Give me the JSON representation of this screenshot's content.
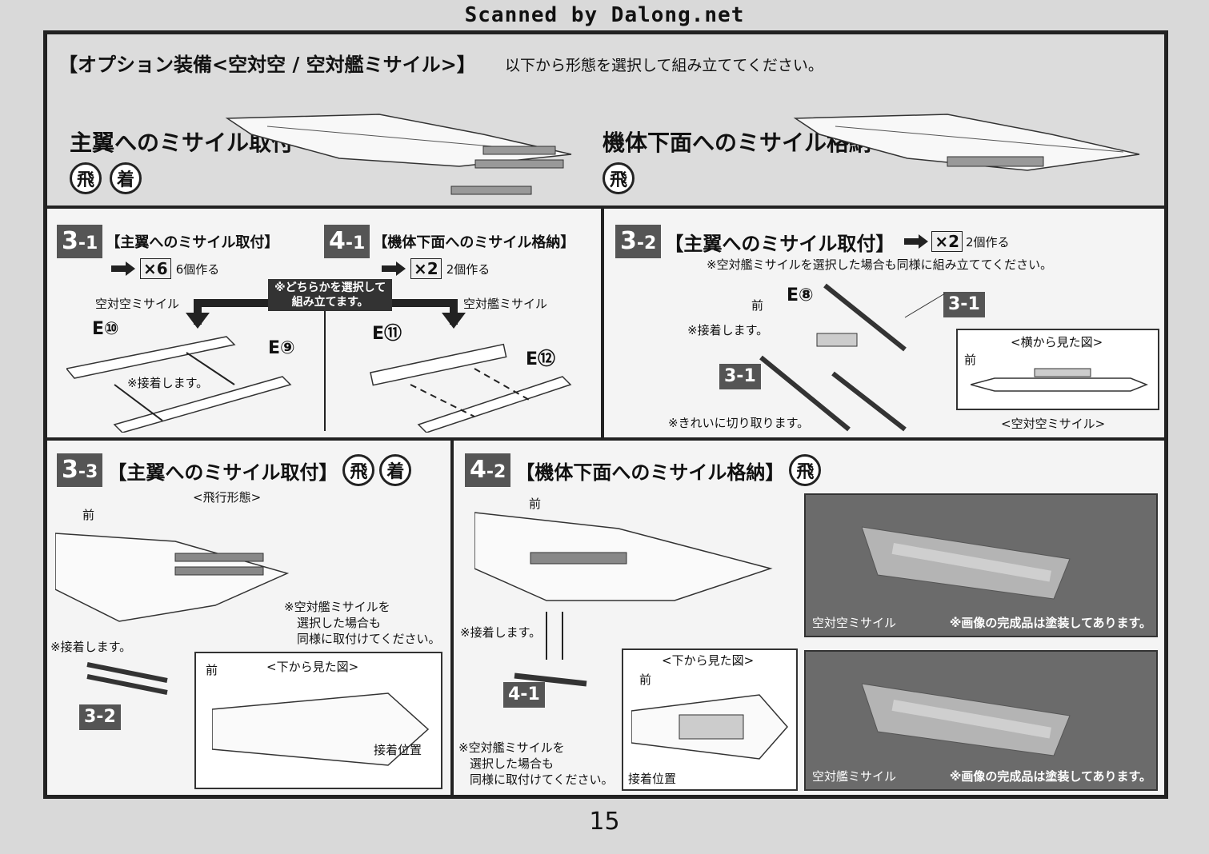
{
  "header": {
    "scan_credit": "Scanned by Dalong.net"
  },
  "banner": {
    "title": "【オプション装備<空対空 / 空対艦ミサイル>】",
    "instruction": "以下から形態を選択して組み立ててください。",
    "left_option": "主翼へのミサイル取付",
    "right_option": "機体下面へのミサイル格納",
    "icon_fly": "飛",
    "icon_land": "着"
  },
  "step_3_1": {
    "num": "3",
    "sub": "-1",
    "title": "【主翼へのミサイル取付】",
    "multiplier": "×6",
    "count_text": "6個作る",
    "missile_label": "空対空ミサイル",
    "part_a": "E⑩",
    "part_b": "E⑨",
    "glue_note": "※接着します。"
  },
  "choice_note": {
    "line1": "※どちらかを選択して",
    "line2": "組み立てます。"
  },
  "step_4_1": {
    "num": "4",
    "sub": "-1",
    "title": "【機体下面へのミサイル格納】",
    "multiplier": "×2",
    "count_text": "2個作る",
    "missile_label": "空対艦ミサイル",
    "part_a": "E⑪",
    "part_b": "E⑫"
  },
  "step_3_2": {
    "num": "3",
    "sub": "-2",
    "title": "【主翼へのミサイル取付】",
    "multiplier": "×2",
    "count_text": "2個作る",
    "note": "※空対艦ミサイルを選択した場合も同様に組み立ててください。",
    "front": "前",
    "part": "E⑧",
    "glue_note": "※接着します。",
    "ref_a": "3-1",
    "ref_b": "3-1",
    "side_view": "<横から見た図>",
    "side_front": "前",
    "side_caption": "<空対空ミサイル>",
    "cut_note": "※きれいに切り取ります。"
  },
  "step_3_3": {
    "num": "3",
    "sub": "-3",
    "title": "【主翼へのミサイル取付】",
    "view": "<飛行形態>",
    "front": "前",
    "note_lines": [
      "※空対艦ミサイルを",
      "選択した場合も",
      "同様に取付けてください。"
    ],
    "glue_note": "※接着します。",
    "ref": "3-2",
    "bottom_view": "<下から見た図>",
    "bottom_front": "前",
    "attach_pos": "接着位置"
  },
  "step_4_2": {
    "num": "4",
    "sub": "-2",
    "title": "【機体下面へのミサイル格納】",
    "front": "前",
    "glue_note": "※接着します。",
    "ref": "4-1",
    "note_lines": [
      "※空対艦ミサイルを",
      "選択した場合も",
      "同様に取付けてください。"
    ],
    "bottom_view": "<下から見た図>",
    "bottom_front": "前",
    "attach_pos": "接着位置",
    "photo1_label": "空対空ミサイル",
    "photo1_note": "※画像の完成品は塗装してあります。",
    "photo2_label": "空対艦ミサイル",
    "photo2_note": "※画像の完成品は塗装してあります。"
  },
  "footer": {
    "page_number": "15"
  }
}
